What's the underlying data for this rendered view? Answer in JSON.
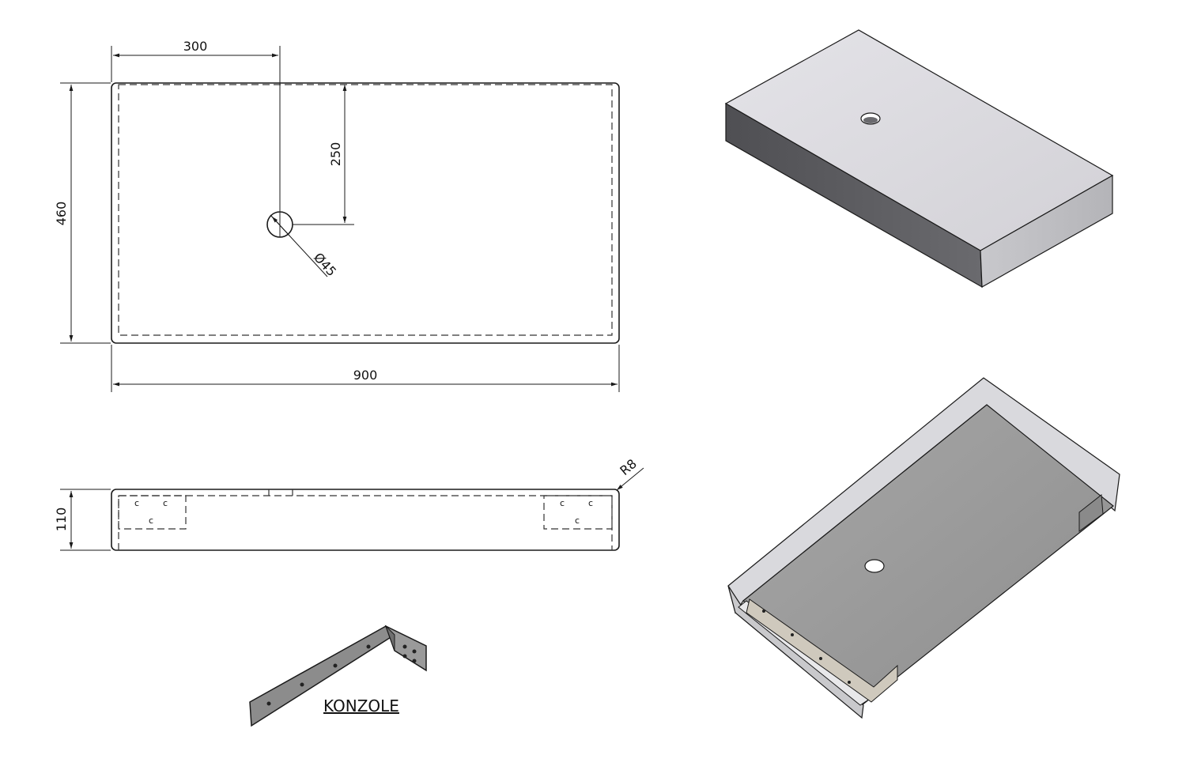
{
  "top_view": {
    "dim_hole_x": "300",
    "dim_hole_y": "250",
    "dim_width": "900",
    "dim_depth": "460",
    "dim_hole_diameter": "Ø45"
  },
  "front_view": {
    "dim_height": "110",
    "dim_radius": "R8",
    "screw_mark": "c"
  },
  "bracket": {
    "label": "KONZOLE"
  },
  "colors": {
    "line": "#1a1a1a",
    "top_face": "#dedde2",
    "side_dark": "#5a5a5e",
    "underside": "#9a9a9a",
    "bracket": "#8c8c8c"
  }
}
